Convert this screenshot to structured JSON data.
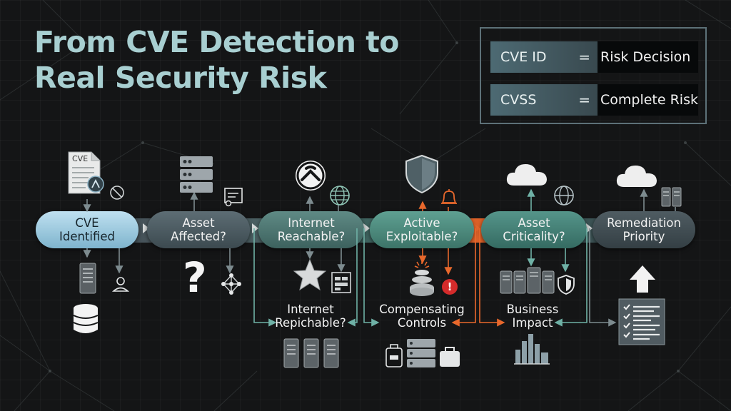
{
  "title": {
    "line1": "From CVE Detection to",
    "line2": "Real Security Risk"
  },
  "legend": [
    {
      "left": "CVE ID",
      "right": "Risk Decision"
    },
    {
      "left": "CVSS",
      "right": "Complete Risk"
    }
  ],
  "legend_equals": "=",
  "flow": [
    {
      "line1": "CVE",
      "line2": "Identified"
    },
    {
      "line1": "Asset",
      "line2": "Affected?"
    },
    {
      "line1": "Internet",
      "line2": "Reachable?"
    },
    {
      "line1": "Active",
      "line2": "Exploitable?"
    },
    {
      "line1": "Asset",
      "line2": "Criticality?"
    },
    {
      "line1": "Remediation",
      "line2": "Priority"
    }
  ],
  "sub_steps": [
    {
      "line1": "Internet",
      "line2": "Repichable?"
    },
    {
      "line1": "Compensating",
      "line2": "Controls"
    },
    {
      "line1": "Business",
      "line2": "Impact"
    }
  ],
  "cve_doc_text": "CVE",
  "question_mark": "?",
  "alert_mark": "!",
  "colors": {
    "accent_orange": "#e8682c",
    "teal": "#4e8f85",
    "title": "#a8cfd1"
  }
}
